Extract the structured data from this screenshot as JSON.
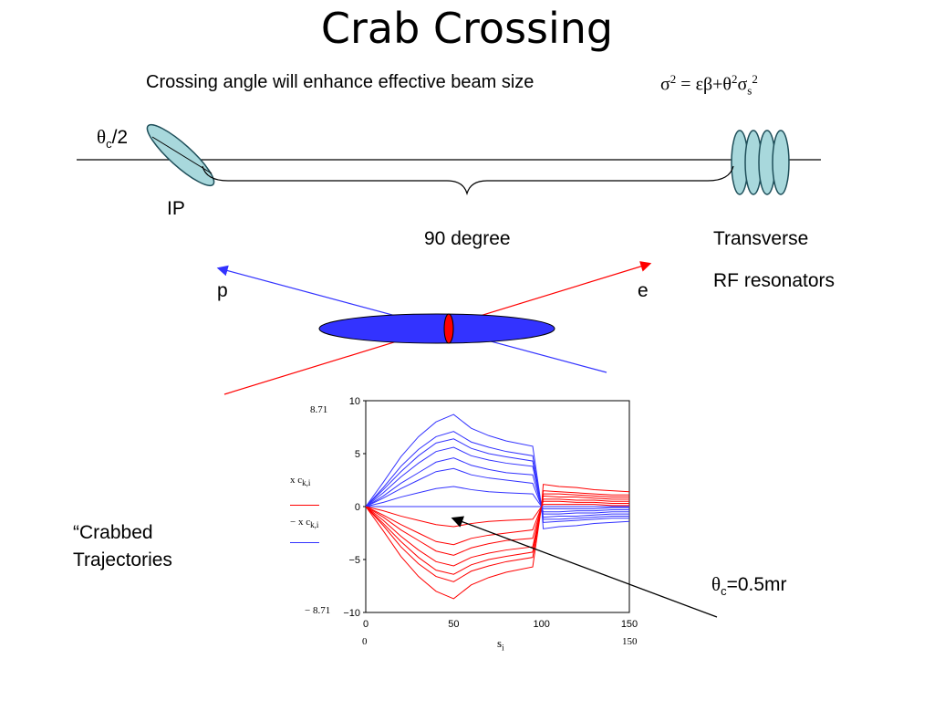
{
  "title": "Crab Crossing",
  "subtitle": "Crossing angle will enhance effective beam size",
  "formula": {
    "sigma": "σ",
    "sq": "2",
    "eq": " = ",
    "eps_beta": "εβ+θ",
    "theta_sq": "2",
    "sigma2": "σ",
    "s_sub": "s",
    "s_sq": "2"
  },
  "labels": {
    "theta": "θ",
    "c": "c",
    "half": "/2",
    "ip": "IP",
    "ninety": "90 degree",
    "transverse": "Transverse",
    "rf": "RF resonators",
    "p": "p",
    "e": "e",
    "crabbed1": "“Crabbed",
    "crabbed2": "Trajectories",
    "theta_c_val": "=0.5mr"
  },
  "colors": {
    "ellipse_fill": "#a8d8dc",
    "ellipse_stroke": "#1f4f5a",
    "proton": "#3333ff",
    "electron": "#ff0000",
    "bunch_fill": "#3333ff"
  },
  "chart_data": {
    "type": "line",
    "x": [
      0,
      10,
      20,
      30,
      40,
      50,
      60,
      70,
      80,
      95,
      100,
      101,
      110,
      120,
      130,
      140,
      150
    ],
    "xlabel_parts": [
      "s",
      "i"
    ],
    "ylabel_pos": [
      "x",
      "c",
      "k,i"
    ],
    "ylabel_neg": [
      "− x",
      "c",
      "k,i"
    ],
    "ylim": [
      -10,
      10
    ],
    "xlim": [
      0,
      150
    ],
    "xticks": [
      "0",
      "50",
      "100",
      "150"
    ],
    "yticks": [
      "10",
      "5",
      "0",
      "−5",
      "−10"
    ],
    "y_marker_top": "8.71",
    "y_marker_bottom": "− 8.71",
    "x_marker_left": "0",
    "x_marker_right": "150",
    "grid": false,
    "series_positive": [
      [
        0,
        0.8,
        1.7,
        2.5,
        3.3,
        3.6,
        3.0,
        2.7,
        2.5,
        2.2,
        0,
        0.5,
        0.5,
        0.4,
        0.4,
        0.3,
        0.3
      ],
      [
        0,
        1.3,
        2.8,
        4.1,
        5.2,
        5.6,
        4.8,
        4.4,
        4.1,
        3.8,
        0,
        1.0,
        0.9,
        0.9,
        0.8,
        0.7,
        0.7
      ],
      [
        0,
        1.8,
        3.8,
        5.4,
        6.6,
        7.1,
        6.1,
        5.6,
        5.2,
        4.8,
        0,
        1.5,
        1.4,
        1.3,
        1.2,
        1.1,
        1.1
      ],
      [
        0,
        2.3,
        4.7,
        6.6,
        8.0,
        8.7,
        7.4,
        6.7,
        6.2,
        5.7,
        0,
        2.1,
        1.9,
        1.8,
        1.6,
        1.5,
        1.4
      ],
      [
        0,
        0.4,
        0.9,
        1.3,
        1.7,
        1.9,
        1.6,
        1.4,
        1.3,
        1.2,
        0,
        0.2,
        0.2,
        0.2,
        0.2,
        0.1,
        0.1
      ],
      [
        0,
        1.0,
        2.2,
        3.2,
        4.2,
        4.6,
        3.9,
        3.5,
        3.2,
        3.0,
        0,
        0.7,
        0.7,
        0.6,
        0.6,
        0.5,
        0.5
      ],
      [
        0,
        1.6,
        3.3,
        4.8,
        6.0,
        6.4,
        5.5,
        5.0,
        4.7,
        4.3,
        0,
        1.2,
        1.2,
        1.1,
        1.0,
        0.9,
        0.9
      ]
    ],
    "series_names": []
  }
}
